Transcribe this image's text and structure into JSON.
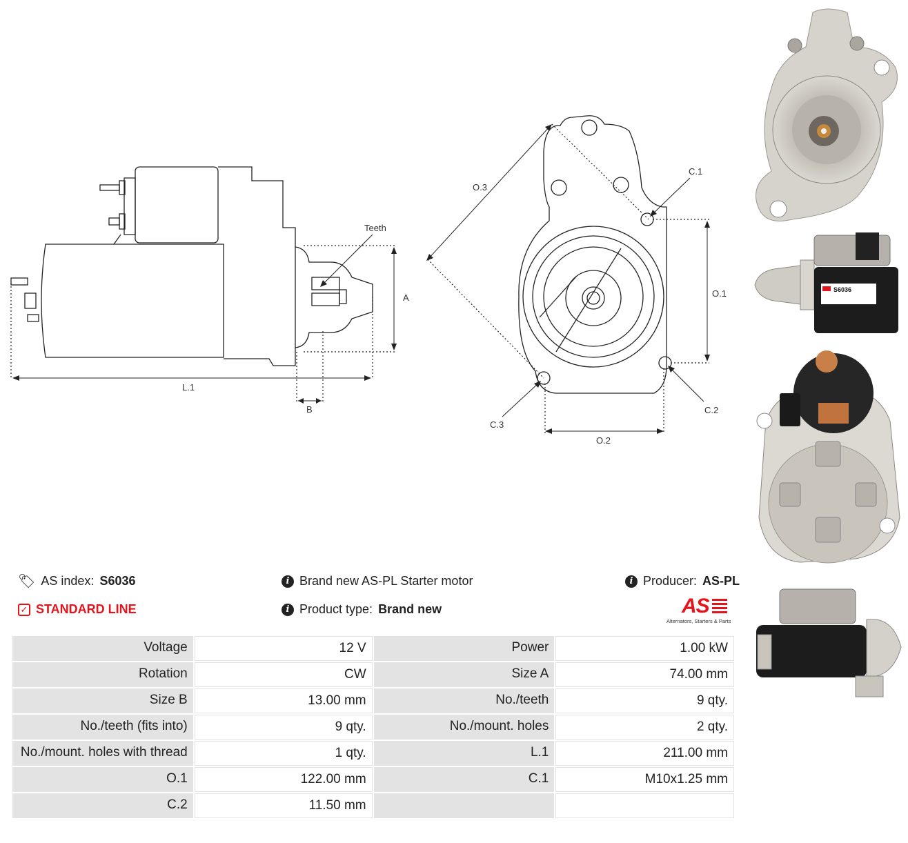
{
  "drawing": {
    "labels": {
      "teeth": "Teeth",
      "a": "A",
      "l1": "L.1",
      "b": "B",
      "o3": "O.3",
      "c1": "C.1",
      "o1": "O.1",
      "c2": "C.2",
      "c3": "C.3",
      "o2": "O.2"
    }
  },
  "photo_label": {
    "index": "S6036"
  },
  "info": {
    "as_index_label": "AS index:",
    "as_index_value": "S6036",
    "line_label": "STANDARD LINE",
    "description": "Brand new AS-PL Starter motor",
    "product_type_label": "Product type:",
    "product_type_value": "Brand new",
    "producer_label": "Producer:",
    "producer_value": "AS-PL",
    "logo_text": "AS",
    "logo_tagline": "Alternators, Starters & Parts"
  },
  "specs": [
    {
      "k1": "Voltage",
      "v1": "12 V",
      "k2": "Power",
      "v2": "1.00 kW"
    },
    {
      "k1": "Rotation",
      "v1": "CW",
      "k2": "Size A",
      "v2": "74.00 mm"
    },
    {
      "k1": "Size B",
      "v1": "13.00 mm",
      "k2": "No./teeth",
      "v2": "9 qty."
    },
    {
      "k1": "No./teeth (fits into)",
      "v1": "9 qty.",
      "k2": "No./mount. holes",
      "v2": "2 qty."
    },
    {
      "k1": "No./mount. holes with thread",
      "v1": "1 qty.",
      "k2": "L.1",
      "v2": "211.00 mm"
    },
    {
      "k1": "O.1",
      "v1": "122.00 mm",
      "k2": "C.1",
      "v2": "M10x1.25 mm"
    },
    {
      "k1": "C.2",
      "v1": "11.50 mm",
      "k2": "",
      "v2": ""
    }
  ],
  "colors": {
    "accent_red": "#e3141b",
    "table_key_bg": "#e3e3e3"
  }
}
